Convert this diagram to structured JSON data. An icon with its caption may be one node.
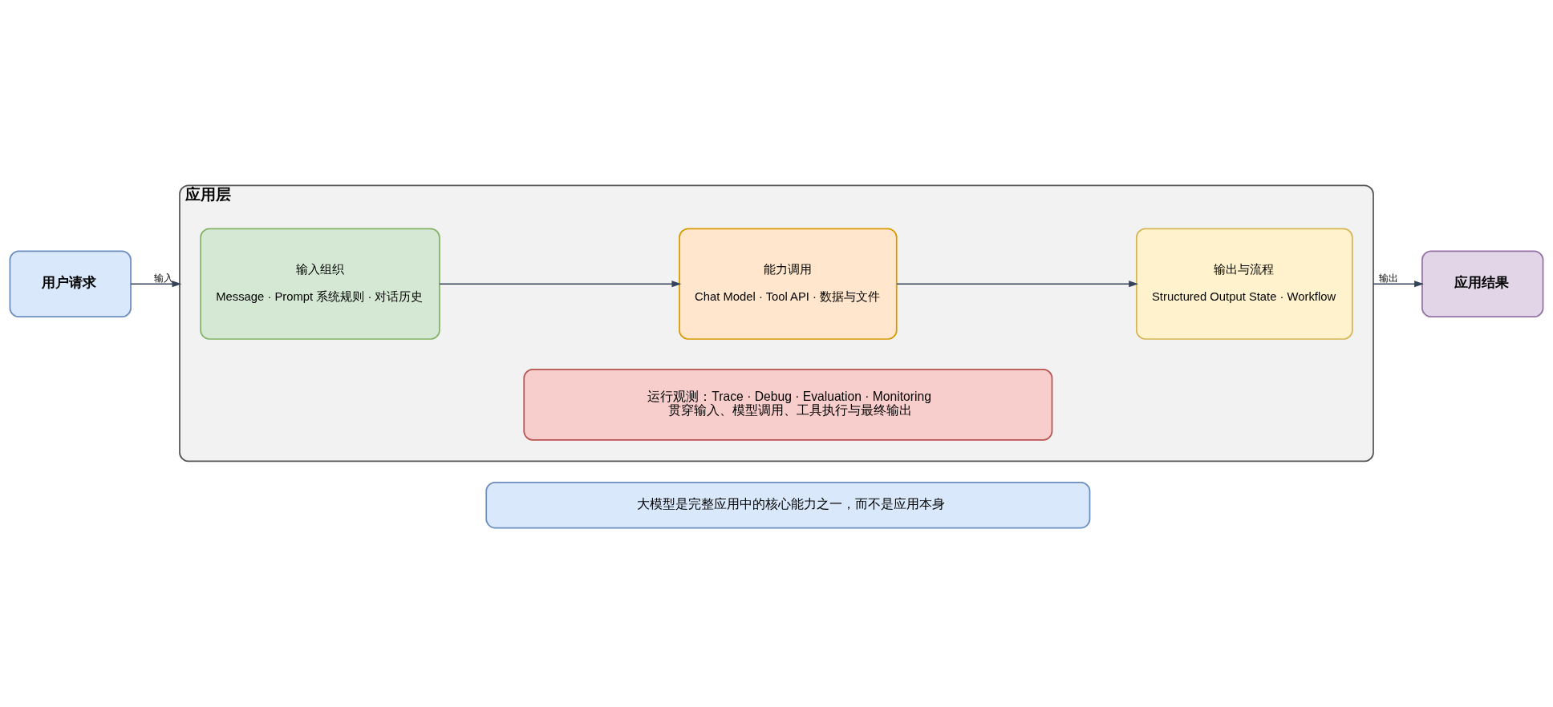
{
  "diagram": {
    "nodes": [
      {
        "text": [
          "用户请求"
        ]
      },
      {
        "text": [
          "应用层"
        ]
      },
      {
        "text": [
          "输入组织",
          "Message · Prompt 系统规则 · 对话历史"
        ],
        "in": 1
      },
      {
        "text": [
          "能力调用",
          "Chat Model · Tool API · 数据与文件"
        ],
        "in": 1
      },
      {
        "text": [
          "输出与流程",
          "Structured Output State · Workflow"
        ],
        "in": 1
      },
      {
        "text": [
          "运行观测：Trace · Debug · Evaluation · Monitoring",
          "贯穿输入、模型调用、工具执行与最终输出"
        ],
        "in": 1
      },
      {
        "text": [
          "应用结果"
        ]
      },
      {
        "text": [
          "大模型是完整应用中的核心能力之一，而不是应用本身"
        ]
      }
    ],
    "edges": [
      {
        "from": 0,
        "to": 1,
        "label": "输入",
        "arrow": "to"
      },
      {
        "from": 2,
        "to": 3,
        "arrow": "to"
      },
      {
        "from": 3,
        "to": 4,
        "arrow": "to"
      },
      {
        "from": 1,
        "to": 6,
        "label": "输出",
        "arrow": "to"
      }
    ]
  }
}
